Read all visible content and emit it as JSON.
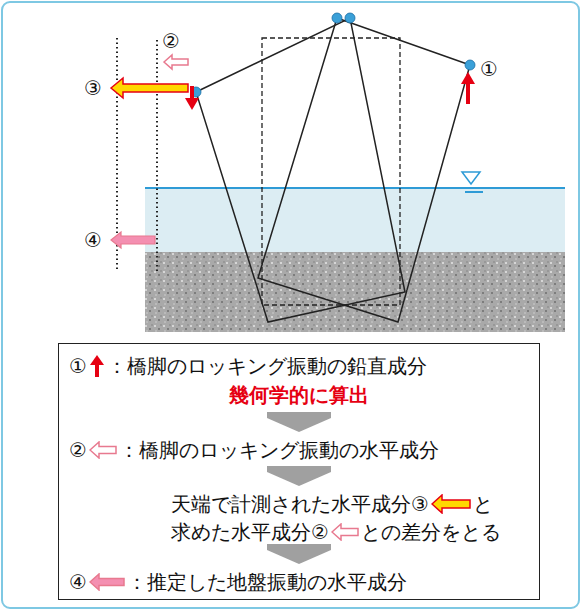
{
  "diagram": {
    "nodes": [
      {
        "text": [
          "①",
          "：橋脚のロッキング振動の鉛直成分",
          "幾何学的に算出",
          "②",
          "：橋脚のロッキング振動の水平成分",
          "天端で計測された水平成分③",
          "と",
          "求めた水平成分②",
          "との差分をとる",
          "④",
          "：推定した地盤振動の水平成分"
        ]
      }
    ],
    "labels": [
      "②",
      "③",
      "①",
      "④"
    ]
  }
}
